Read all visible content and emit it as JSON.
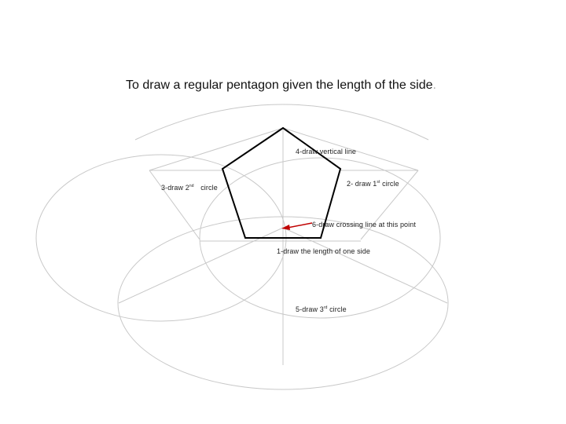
{
  "title": "To draw a regular pentagon given the length of the side",
  "title_end": ".",
  "labels": {
    "vertical_line": "4-draw vertical line",
    "first_circle": "2- draw 1",
    "first_circle_sup": "st",
    "first_circle_end": " circle",
    "second_circle": "3-draw 2",
    "second_circle_sup": "nd",
    "second_circle_end": " circle",
    "crossing_line": "6-draw crossing line at this point",
    "one_side": "1-draw the length of one side",
    "third_circle": "5-draw 3",
    "third_circle_sup": "rd",
    "third_circle_end": " circle"
  },
  "colors": {
    "construction": "#c8c8c8",
    "pentagon": "#000000",
    "arrow": "#c00000"
  }
}
